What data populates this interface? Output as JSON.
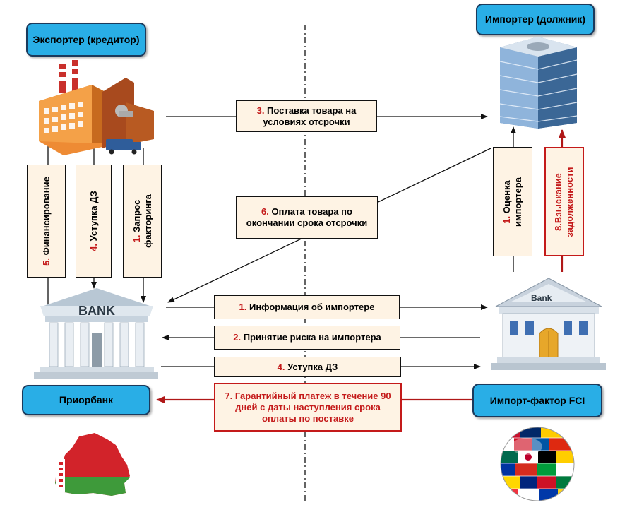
{
  "labels": {
    "exporter": "Экспортер (кредитор)",
    "importer": "Импортер (должник)",
    "priorbank": "Приорбанк",
    "import_factor": "Импорт-фактор FCI"
  },
  "bank_sign": "BANK",
  "bank2_sign": "Bank",
  "steps": {
    "s3": {
      "num": "3.",
      "text": " Поставка товара на условиях отсрочки"
    },
    "s6": {
      "num": "6.",
      "text": " Оплата товара по окончании срока отсрочки"
    },
    "s1_info": {
      "num": "1.",
      "text": " Информация об импортере"
    },
    "s2": {
      "num": "2.",
      "text": " Принятие риска на импортера"
    },
    "s4_h": {
      "num": "4.",
      "text": " Уступка ДЗ"
    },
    "s7": {
      "num": "7.",
      "text": " Гарантийный платеж в течение 90 дней с даты наступления срока оплаты по поставке"
    }
  },
  "vertical": {
    "v5": {
      "num": "5.",
      "text": " Финансирование"
    },
    "v4": {
      "num": "4.",
      "text": " Уступка ДЗ"
    },
    "v1": {
      "num": "1.",
      "text": " Запрос факторинга"
    },
    "v1_imp": {
      "num": "1.",
      "text": " Оценка импортера"
    },
    "v8": {
      "num": "8.",
      "text": "Взыскание задолженности"
    }
  },
  "colors": {
    "accent_blue": "#29aee6",
    "step_red": "#c41a1a",
    "box_fill": "#fef3e4",
    "flag_red": "#d2232a",
    "flag_green": "#3e9a3a"
  },
  "icons": [
    "factory-icon",
    "office-building-icon",
    "bank-building-icon",
    "bank-building-icon",
    "belarus-map-icon",
    "world-flags-globe-icon"
  ]
}
